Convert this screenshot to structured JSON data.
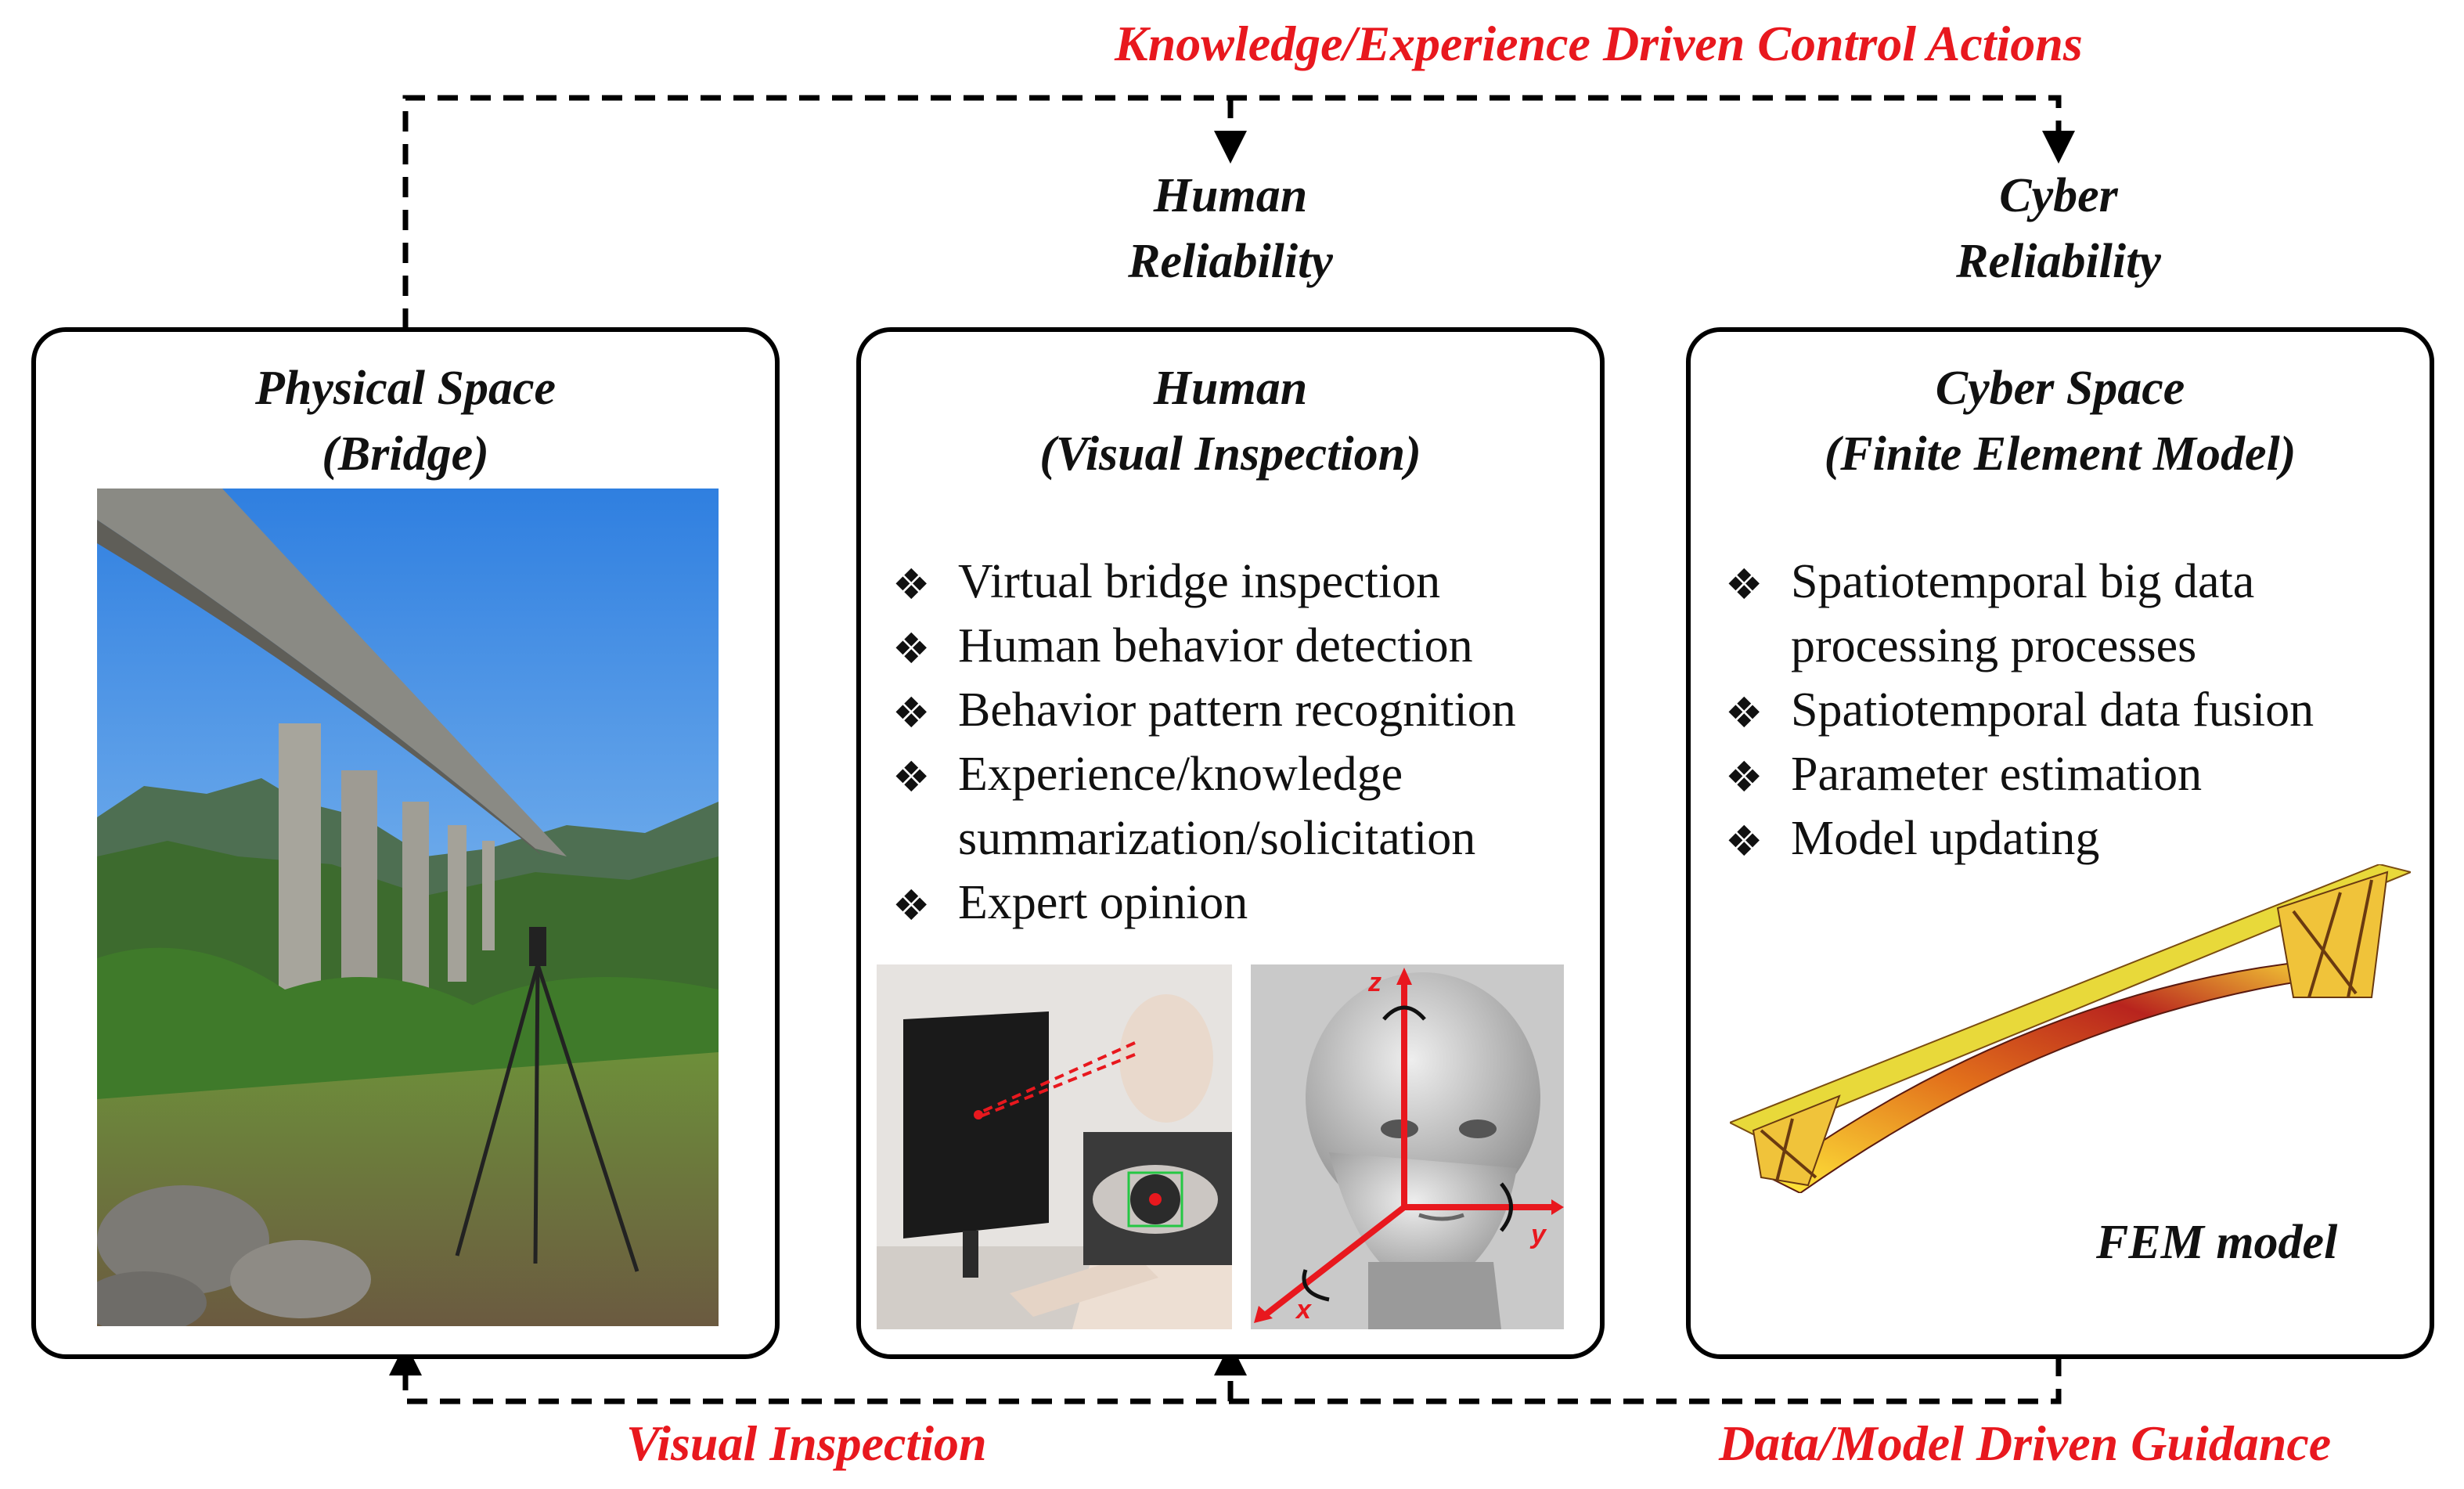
{
  "top_flow": {
    "label": "Knowledge/Experience Driven Control Actions",
    "color": "#e8181e"
  },
  "bottom_flows": {
    "visual_inspection": "Visual Inspection",
    "data_model_guidance": "Data/Model Driven Guidance",
    "color": "#e8181e"
  },
  "reliability": {
    "human": {
      "line1": "Human",
      "line2": "Reliability"
    },
    "cyber": {
      "line1": "Cyber",
      "line2": "Reliability"
    }
  },
  "panels": {
    "physical": {
      "title1": "Physical Space",
      "title2": "(Bridge)"
    },
    "human": {
      "title1": "Human",
      "title2": "(Visual Inspection)",
      "bullets": [
        "Virtual bridge inspection",
        "Human behavior detection",
        "Behavior pattern recognition",
        "Experience/knowledge",
        "Expert opinion"
      ],
      "bullet_continuation": "summarization/solicitation",
      "head_axes": {
        "z": "z",
        "y": "y",
        "x": "x"
      }
    },
    "cyber": {
      "title1": "Cyber Space",
      "title2": "(Finite Element Model)",
      "bullets": [
        "Spatiotemporal big data",
        "Spatiotemporal data fusion",
        "Parameter estimation",
        "Model updating"
      ],
      "bullet_continuation": "processing processes",
      "fem_label": "FEM model"
    }
  },
  "bullet_icon": "diamond-cluster-icon",
  "bullet_glyph": "❖"
}
